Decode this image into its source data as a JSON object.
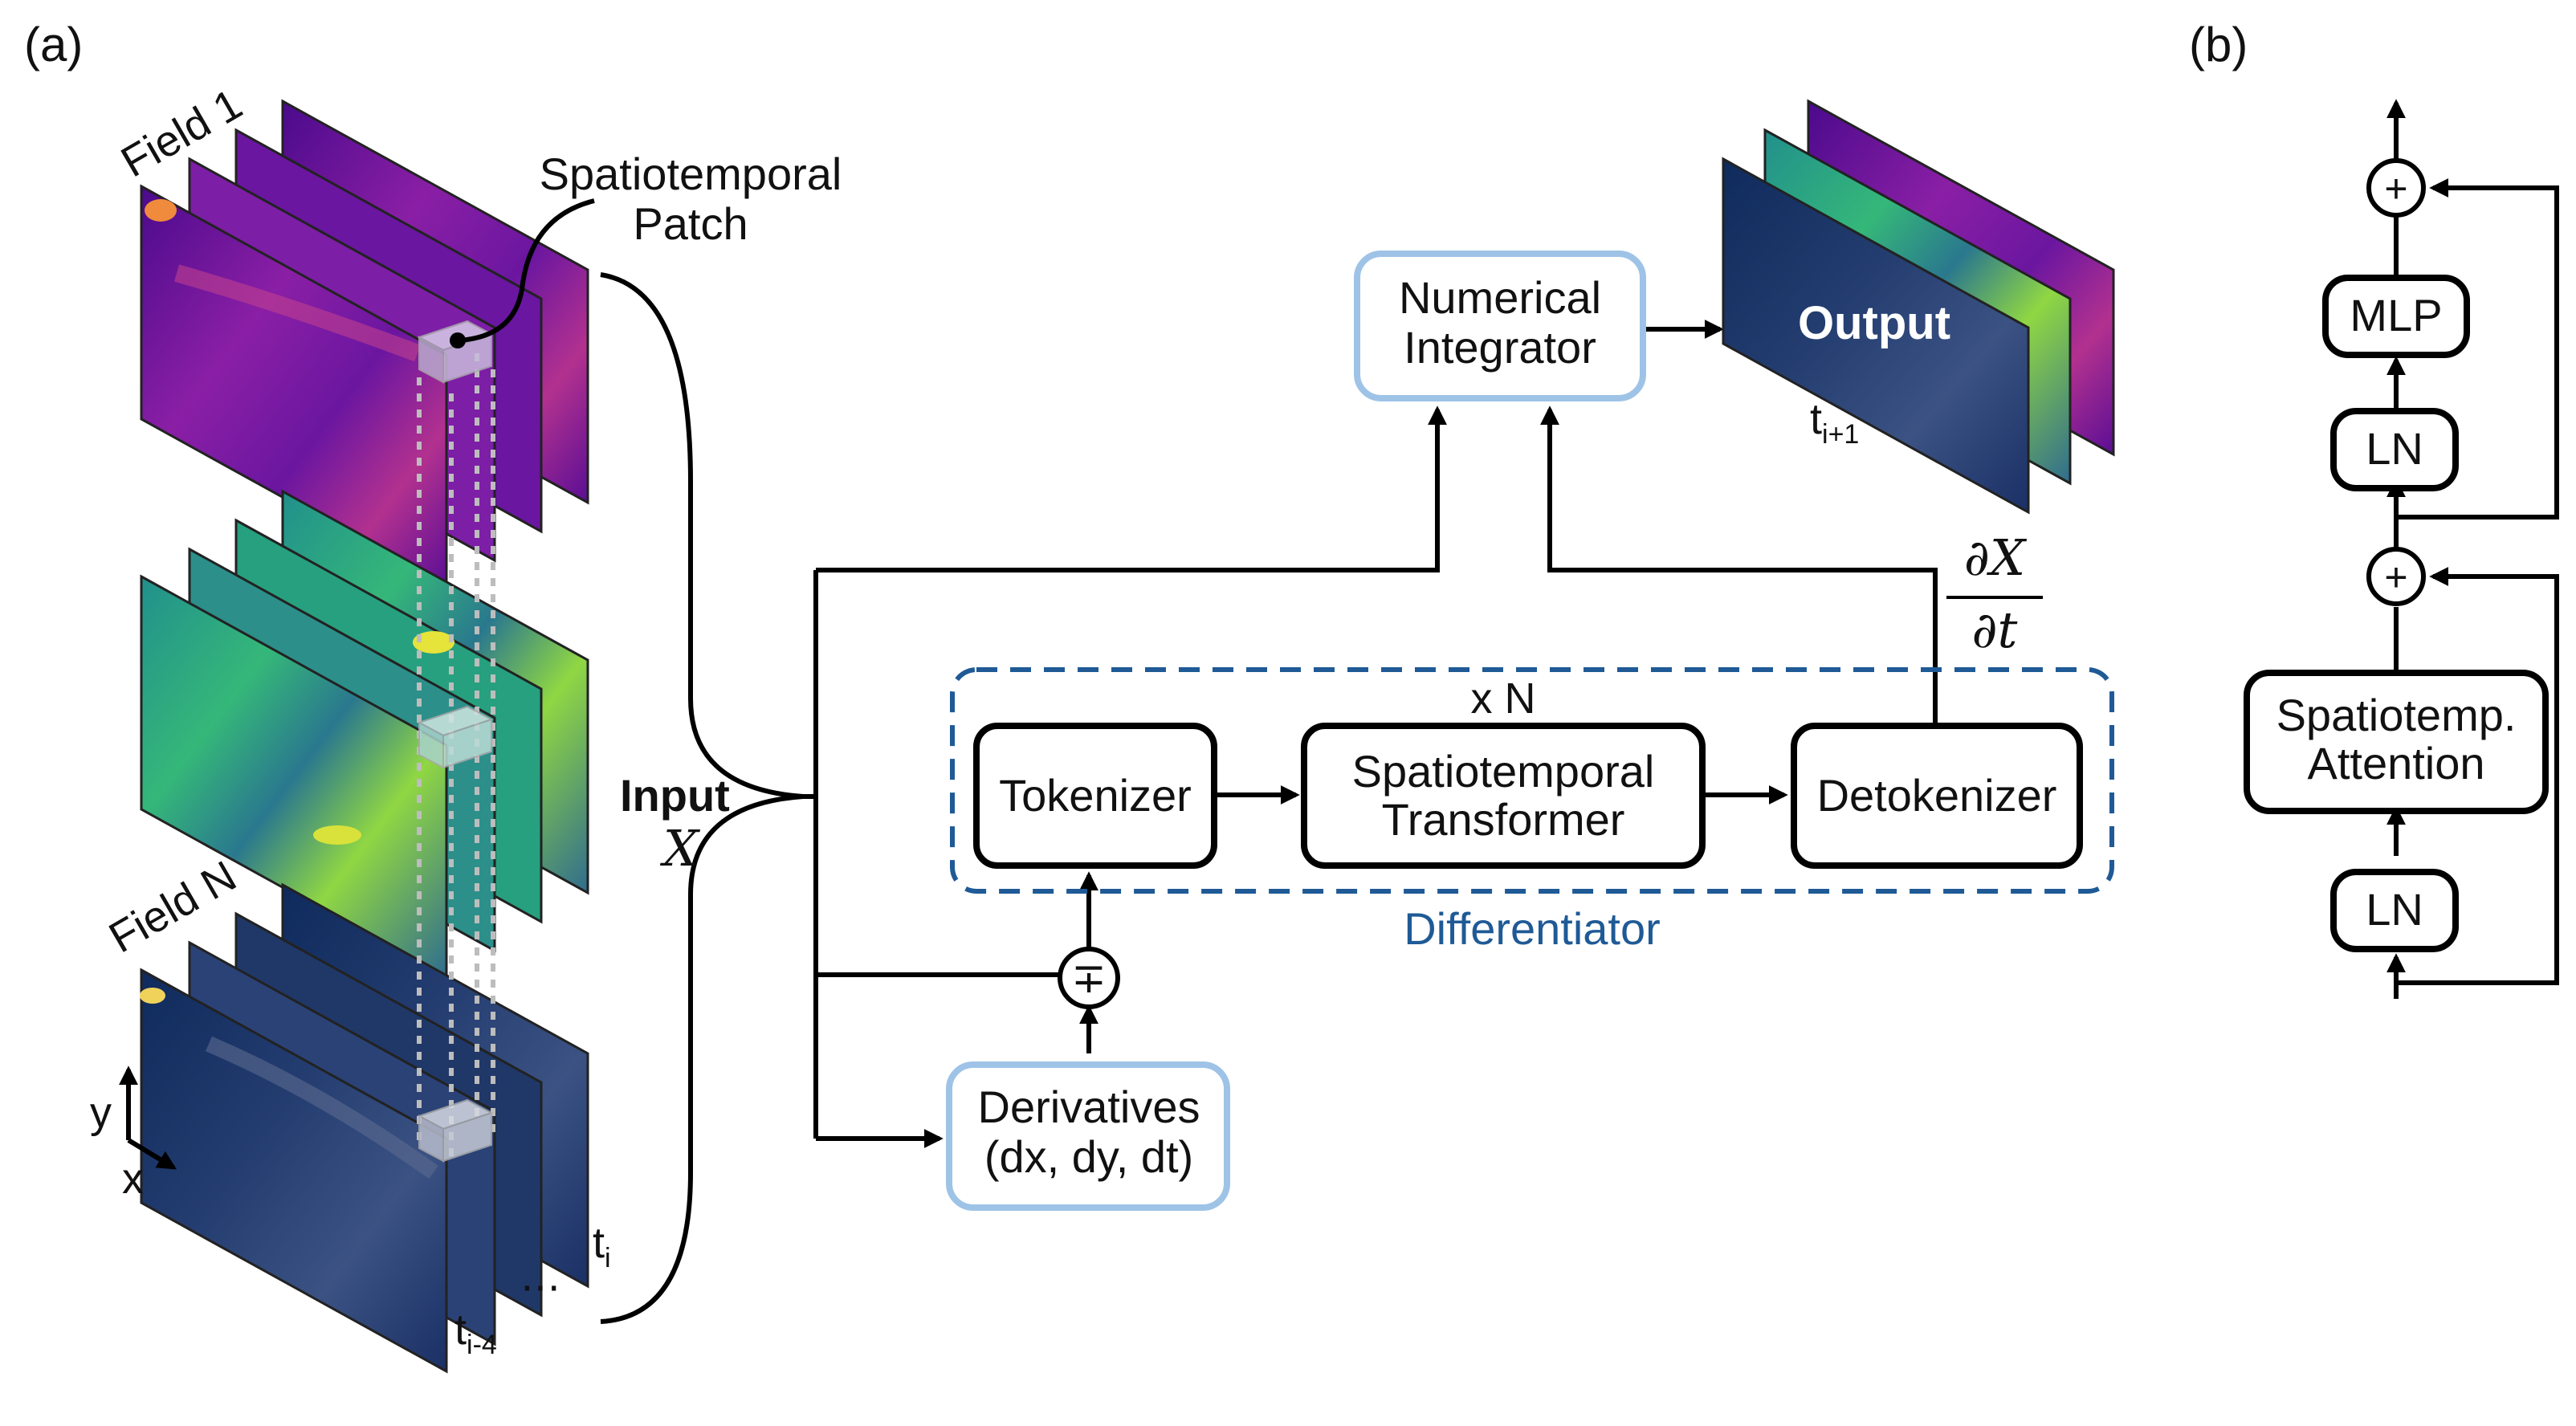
{
  "panels": {
    "a": "(a)",
    "b": "(b)"
  },
  "fields": {
    "first": "Field 1",
    "last": "Field N"
  },
  "patch_label": {
    "line1": "Spatiotemporal",
    "line2": "Patch"
  },
  "axes": {
    "y": "y",
    "x": "x"
  },
  "time_labels": {
    "ti_base": "t",
    "ti_sub": "i",
    "ti4_base": "t",
    "ti4_sub": "i-4",
    "tnext_base": "t",
    "tnext_sub": "i+1",
    "ellipsis": "⋯"
  },
  "input": {
    "label": "Input",
    "symbol": "X"
  },
  "output_label": "Output",
  "boxes": {
    "integrator": {
      "line1": "Numerical",
      "line2": "Integrator"
    },
    "tokenizer": "Tokenizer",
    "transformer": {
      "line1": "Spatiotemporal",
      "line2": "Transformer"
    },
    "detokenizer": "Detokenizer",
    "derivatives": {
      "line1": "Derivatives",
      "line2": "(dx, dy, dt)"
    }
  },
  "repeat_label": "x N",
  "group_label": "Differentiator",
  "derivative": {
    "numerator": "∂X",
    "denominator": "∂t"
  },
  "combine_symbol": "∓",
  "block_b": {
    "attention": {
      "line1": "Spatiotemp.",
      "line2": "Attention"
    },
    "ln_top": "LN",
    "ln_bottom": "LN",
    "mlp": "MLP",
    "add_symbol": "+"
  },
  "colors": {
    "blue_box": "#9ec3e6",
    "group_dash": "#1f5a96",
    "plasma": [
      "#4b0a8c",
      "#7a1fa2",
      "#b2318f",
      "#e86a4a",
      "#f9c33a"
    ],
    "viridis": [
      "#2f6c8e",
      "#21908c",
      "#35b779",
      "#90d743",
      "#e6e33b"
    ],
    "cividis": [
      "#0f2a5c",
      "#243d70",
      "#3b5283",
      "#5b6a8f",
      "#9e9a84"
    ]
  }
}
